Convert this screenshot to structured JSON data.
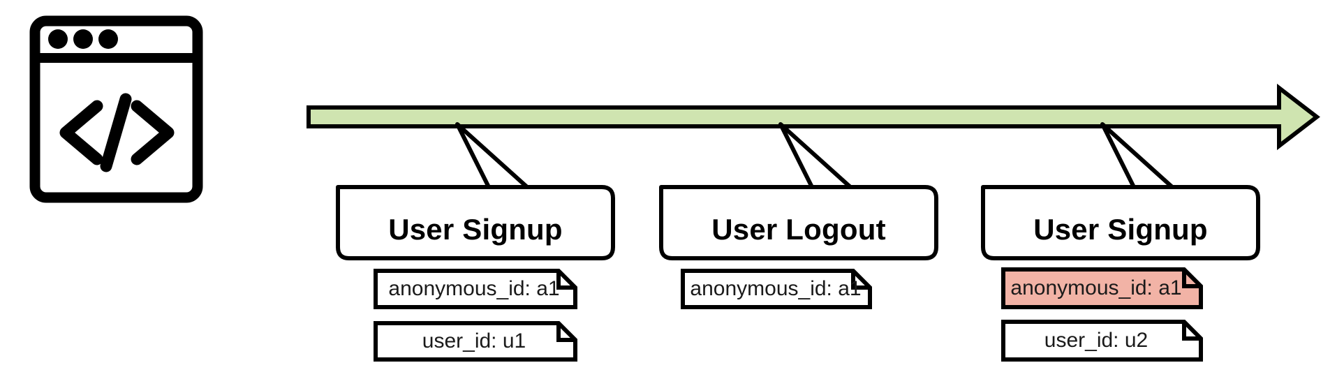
{
  "diagram": {
    "title": "Event timeline with identity annotations",
    "icon": {
      "name": "code-window-icon",
      "glyph": "</>"
    },
    "timeline": {
      "name": "timeline-arrow",
      "direction": "left-to-right",
      "fill_color": "#cfe4b0",
      "stroke_color": "#000000"
    },
    "highlight_color": "#f2b3a6",
    "events": [
      {
        "label": "User Signup",
        "notes": [
          {
            "text": "anonymous_id: a1",
            "highlighted": false
          },
          {
            "text": "user_id: u1",
            "highlighted": false
          }
        ]
      },
      {
        "label": "User Logout",
        "notes": [
          {
            "text": "anonymous_id: a1",
            "highlighted": false
          }
        ]
      },
      {
        "label": "User Signup",
        "notes": [
          {
            "text": "anonymous_id: a1",
            "highlighted": true
          },
          {
            "text": "user_id: u2",
            "highlighted": false
          }
        ]
      }
    ]
  }
}
